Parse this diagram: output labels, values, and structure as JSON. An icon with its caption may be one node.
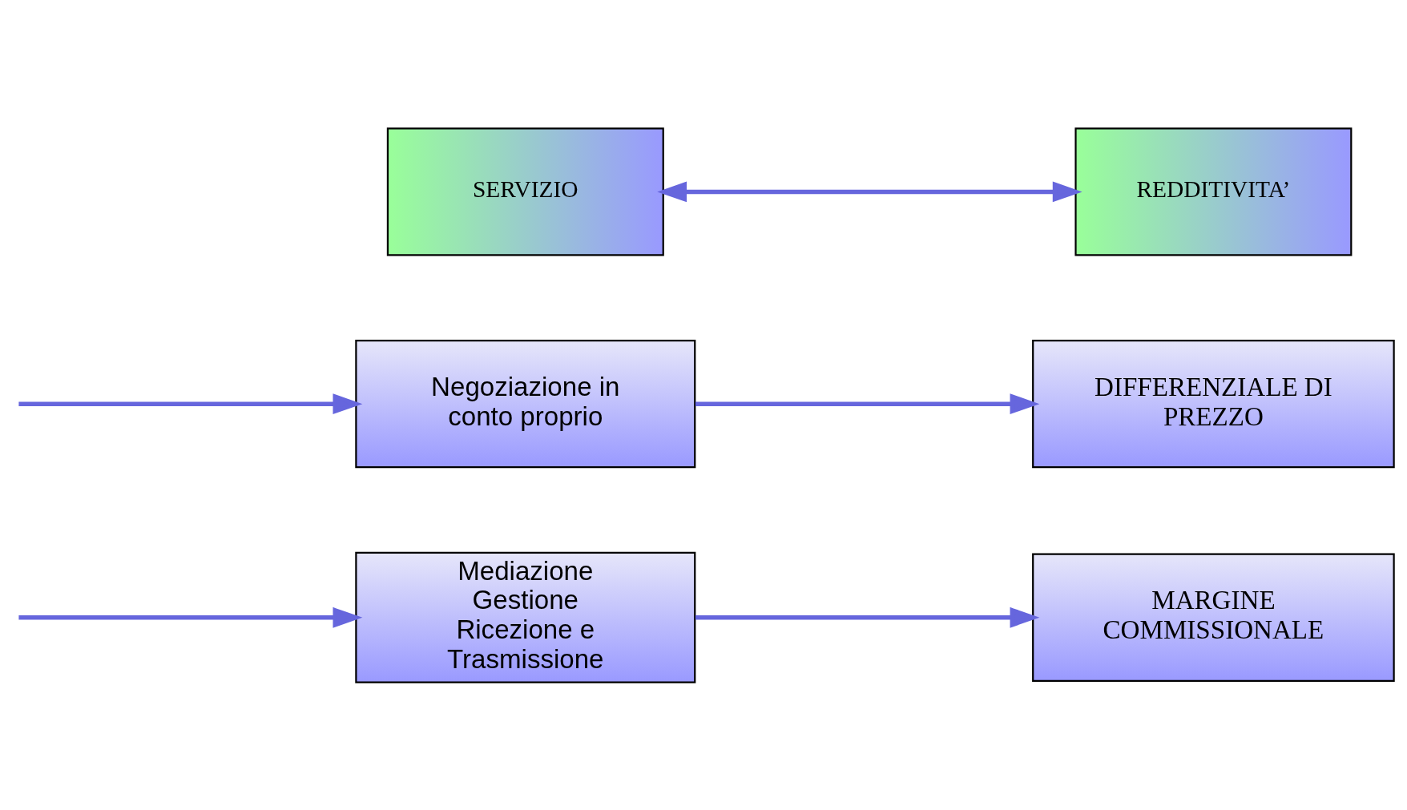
{
  "diagram": {
    "nodes": [
      {
        "text": [
          "SERVIZIO"
        ]
      },
      {
        "text": [
          "REDDITIVITA’"
        ]
      },
      {
        "text": [
          "Negoziazione in conto proprio"
        ]
      },
      {
        "text": [
          "DIFFERENZIALE DI PREZZO"
        ]
      },
      {
        "text": [
          "Mediazione Gestione Ricezione e Trasmissione"
        ]
      },
      {
        "text": [
          "MARGINE COMMISSIONALE"
        ]
      }
    ],
    "edges": [
      {
        "from": 0,
        "to": 1,
        "arrow": "both"
      },
      {
        "from": null,
        "to": 2,
        "arrow": "to"
      },
      {
        "from": 2,
        "to": 3,
        "arrow": "to"
      },
      {
        "from": null,
        "to": 4,
        "arrow": "to"
      },
      {
        "from": 4,
        "to": 5,
        "arrow": "to"
      }
    ]
  }
}
